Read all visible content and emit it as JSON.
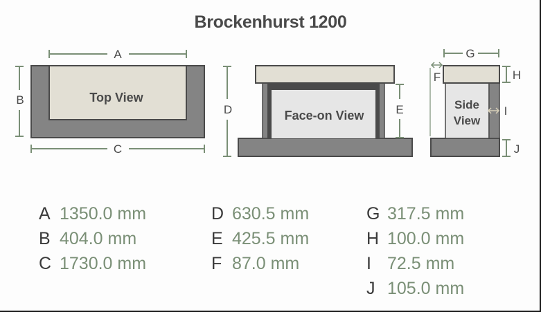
{
  "title": "Brockenhurst 1200",
  "colors": {
    "dimension_line": "#7a8f76",
    "dark_gray": "#848484",
    "beige": "#e2dfd4",
    "light_gray": "#e6e6e6",
    "outline": "#4a4a4a",
    "value_text": "#7a8f76"
  },
  "views": {
    "top": {
      "label": "Top View",
      "dims": [
        "A",
        "B",
        "C"
      ]
    },
    "face": {
      "label": "Face-on View",
      "dims": [
        "D",
        "E"
      ]
    },
    "side": {
      "label_line1": "Side",
      "label_line2": "View",
      "dims": [
        "F",
        "G",
        "H",
        "I",
        "J"
      ]
    }
  },
  "dim_labels": {
    "A": "A",
    "B": "B",
    "C": "C",
    "D": "D",
    "E": "E",
    "F": "F",
    "G": "G",
    "H": "H",
    "I": "I",
    "J": "J"
  },
  "measurements": {
    "col1": [
      {
        "key": "A",
        "value": "1350.0 mm"
      },
      {
        "key": "B",
        "value": "404.0 mm"
      },
      {
        "key": "C",
        "value": "1730.0 mm"
      }
    ],
    "col2": [
      {
        "key": "D",
        "value": "630.5 mm"
      },
      {
        "key": "E",
        "value": "425.5 mm"
      },
      {
        "key": "F",
        "value": "87.0 mm"
      }
    ],
    "col3": [
      {
        "key": "G",
        "value": "317.5 mm"
      },
      {
        "key": "H",
        "value": "100.0 mm"
      },
      {
        "key": "I",
        "value": "72.5 mm"
      },
      {
        "key": "J",
        "value": "105.0 mm"
      }
    ]
  }
}
